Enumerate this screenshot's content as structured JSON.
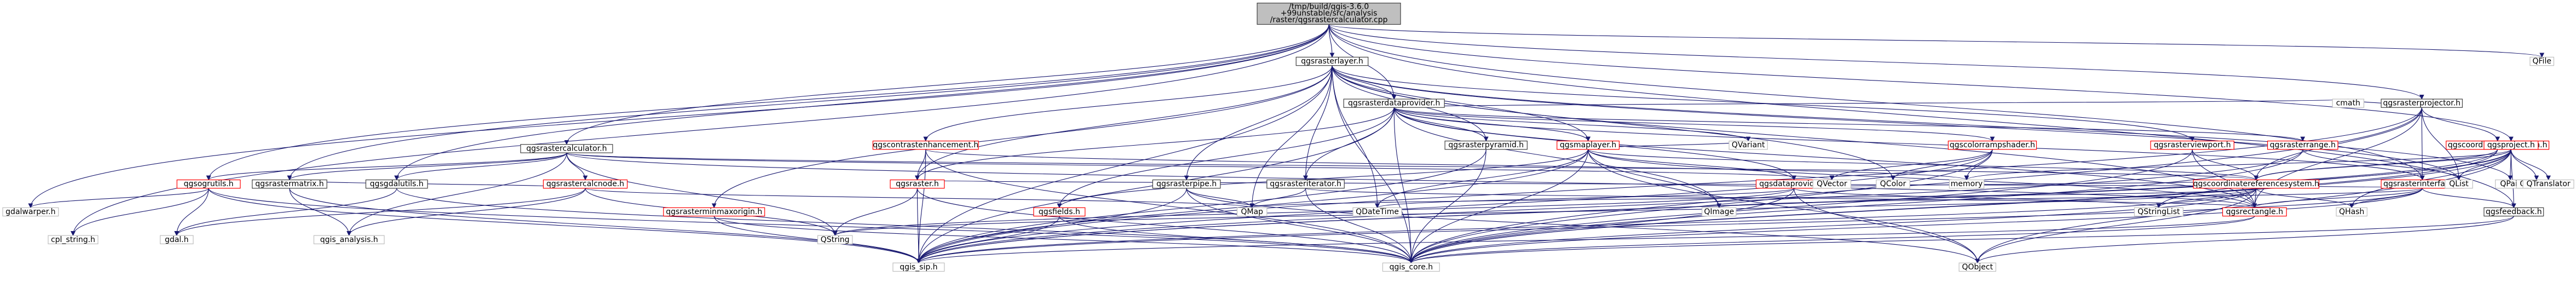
{
  "colors": {
    "root_fill": "#bfbfbf",
    "node_fill": "#ffffff",
    "node_border": "#404040",
    "documented_border": "#ff0000",
    "undocumented_border": "#bfbfbf",
    "edge": "#191970"
  },
  "root": {
    "id": "root",
    "lines": [
      "/tmp/build/qgis-3.6.0",
      "+99unstable/src/analysis",
      "/raster/qgsrastercalculator.cpp"
    ]
  },
  "nodes": [
    {
      "id": "qgsrasterlayer_h",
      "label": "qgsrasterlayer.h",
      "style": "plain"
    },
    {
      "id": "qfile",
      "label": "QFile",
      "style": "external"
    },
    {
      "id": "gdalwarper_h",
      "label": "gdalwarper.h",
      "style": "external"
    },
    {
      "id": "cpl_string_h",
      "label": "cpl_string.h",
      "style": "external"
    },
    {
      "id": "qgsrastercalculator_h",
      "label": "qgsrastercalculator.h",
      "style": "plain"
    },
    {
      "id": "qgsogrutils_h",
      "label": "qgsogrutils.h",
      "style": "documented"
    },
    {
      "id": "qgsrastermatrix_h",
      "label": "qgsrastermatrix.h",
      "style": "plain"
    },
    {
      "id": "qgsgdalutils_h",
      "label": "qgsgdalutils.h",
      "style": "plain"
    },
    {
      "id": "qgsrastercalcnode_h",
      "label": "qgsrastercalcnode.h",
      "style": "documented"
    },
    {
      "id": "gdal_h",
      "label": "gdal.h",
      "style": "external"
    },
    {
      "id": "qgis_analysis_h",
      "label": "qgis_analysis.h",
      "style": "external"
    },
    {
      "id": "qgsrasterdataprovider_h",
      "label": "qgsrasterdataprovider.h",
      "style": "plain"
    },
    {
      "id": "qgscontrastenhancement_h",
      "label": "qgscontrastenhancement.h",
      "style": "documented"
    },
    {
      "id": "qgsraster_h",
      "label": "qgsraster.h",
      "style": "documented"
    },
    {
      "id": "qgsrasterminmaxorigin_h",
      "label": "qgsrasterminmaxorigin.h",
      "style": "documented"
    },
    {
      "id": "qgsrasterpipe_h",
      "label": "qgsrasterpipe.h",
      "style": "plain"
    },
    {
      "id": "qgsrasteriterator_h",
      "label": "qgsrasteriterator.h",
      "style": "plain"
    },
    {
      "id": "qgsrasterpyramid_h",
      "label": "qgsrasterpyramid.h",
      "style": "plain"
    },
    {
      "id": "qgsmaplayer_h",
      "label": "qgsmaplayer.h",
      "style": "documented"
    },
    {
      "id": "qgsdataprovider_h",
      "label": "qgsdataprovider.h",
      "style": "documented"
    },
    {
      "id": "qgsfields_h",
      "label": "qgsfields.h",
      "style": "documented"
    },
    {
      "id": "qgscolorrampshader_h",
      "label": "qgscolorrampshader.h",
      "style": "documented"
    },
    {
      "id": "qgsrasterviewport_h",
      "label": "qgsrasterviewport.h",
      "style": "documented"
    },
    {
      "id": "qgsrasterrange_h",
      "label": "qgsrasterrange.h",
      "style": "documented"
    },
    {
      "id": "cmath",
      "label": "cmath",
      "style": "external"
    },
    {
      "id": "qgsrasterprojector_h",
      "label": "qgsrasterprojector.h",
      "style": "plain"
    },
    {
      "id": "qgscoordinatetransform_h",
      "label": "qgscoordinatetransform.h",
      "style": "documented"
    },
    {
      "id": "qgscoordinatereferencesystem_h",
      "label": "qgscoordinatereferencesystem.h",
      "style": "documented"
    },
    {
      "id": "qgsrasterinterface_h",
      "label": "qgsrasterinterface.h",
      "style": "documented"
    },
    {
      "id": "qgsrectangle_h",
      "label": "qgsrectangle.h",
      "style": "documented"
    },
    {
      "id": "qgsproject_h",
      "label": "qgsproject.h",
      "style": "documented"
    },
    {
      "id": "qgsfeedback_h",
      "label": "qgsfeedback.h",
      "style": "plain"
    },
    {
      "id": "qvariant",
      "label": "QVariant",
      "style": "external"
    },
    {
      "id": "qvector",
      "label": "QVector",
      "style": "external"
    },
    {
      "id": "qcolor",
      "label": "QColor",
      "style": "external"
    },
    {
      "id": "memory",
      "label": "memory",
      "style": "external"
    },
    {
      "id": "qlist",
      "label": "QList",
      "style": "external"
    },
    {
      "id": "qpair",
      "label": "QPair",
      "style": "external"
    },
    {
      "id": "qfileinfo",
      "label": "QFileInfo",
      "style": "external"
    },
    {
      "id": "qtranslator",
      "label": "QTranslator",
      "style": "external"
    },
    {
      "id": "qstring",
      "label": "QString",
      "style": "external"
    },
    {
      "id": "qmap",
      "label": "QMap",
      "style": "external"
    },
    {
      "id": "qdatetime",
      "label": "QDateTime",
      "style": "external"
    },
    {
      "id": "qimage",
      "label": "QImage",
      "style": "external"
    },
    {
      "id": "qstringlist",
      "label": "QStringList",
      "style": "external"
    },
    {
      "id": "qhash",
      "label": "QHash",
      "style": "external"
    },
    {
      "id": "qgis_sip_h",
      "label": "qgis_sip.h",
      "style": "external"
    },
    {
      "id": "qgis_core_h",
      "label": "qgis_core.h",
      "style": "external"
    },
    {
      "id": "qobject",
      "label": "QObject",
      "style": "external"
    }
  ],
  "edges": [
    [
      "root",
      "qgsrasterlayer_h"
    ],
    [
      "root",
      "qfile"
    ],
    [
      "root",
      "gdalwarper_h"
    ],
    [
      "root",
      "cpl_string_h"
    ],
    [
      "root",
      "qgsrastercalculator_h"
    ],
    [
      "root",
      "qgsogrutils_h"
    ],
    [
      "root",
      "qgsrastermatrix_h"
    ],
    [
      "root",
      "qgsgdalutils_h"
    ],
    [
      "root",
      "qgsrasterdataprovider_h"
    ],
    [
      "root",
      "qgsrasterinterface_h"
    ],
    [
      "root",
      "qgsrasterprojector_h"
    ],
    [
      "root",
      "qgsproject_h"
    ],
    [
      "root",
      "qgsfeedback_h"
    ],
    [
      "qgsrasterlayer_h",
      "qgsrasterdataprovider_h"
    ],
    [
      "qgsrasterlayer_h",
      "qgscontrastenhancement_h"
    ],
    [
      "qgsrasterlayer_h",
      "qgsraster_h"
    ],
    [
      "qgsrasterlayer_h",
      "qgsrasterminmaxorigin_h"
    ],
    [
      "qgsrasterlayer_h",
      "qgsrasterpipe_h"
    ],
    [
      "qgsrasterlayer_h",
      "qgsrasteriterator_h"
    ],
    [
      "qgsrasterlayer_h",
      "qgsrasterpyramid_h"
    ],
    [
      "qgsrasterlayer_h",
      "qgsmaplayer_h"
    ],
    [
      "qgsrasterlayer_h",
      "qgsrasterviewport_h"
    ],
    [
      "qgsrasterlayer_h",
      "qcolor"
    ],
    [
      "qgsrasterlayer_h",
      "qlist"
    ],
    [
      "qgsrasterlayer_h",
      "qpair"
    ],
    [
      "qgsrasterlayer_h",
      "qmap"
    ],
    [
      "qgsrasterlayer_h",
      "qdatetime"
    ],
    [
      "qgsrasterlayer_h",
      "qgis_sip_h"
    ],
    [
      "qgsrasterlayer_h",
      "qgis_core_h"
    ],
    [
      "qgsrasterlayer_h",
      "qgsrectangle_h"
    ],
    [
      "qgsrastercalculator_h",
      "qgsogrutils_h"
    ],
    [
      "qgsrastercalculator_h",
      "qgsrastermatrix_h"
    ],
    [
      "qgsrastercalculator_h",
      "qgsgdalutils_h"
    ],
    [
      "qgsrastercalculator_h",
      "qgsrastercalcnode_h"
    ],
    [
      "qgsrastercalculator_h",
      "qgis_analysis_h"
    ],
    [
      "qgsrastercalculator_h",
      "qstring"
    ],
    [
      "qgsrastercalculator_h",
      "qvector"
    ],
    [
      "qgsrastercalculator_h",
      "qgscoordinatereferencesystem_h"
    ],
    [
      "qgsrastercalculator_h",
      "qgsrectangle_h"
    ],
    [
      "qgsogrutils_h",
      "gdalwarper_h"
    ],
    [
      "qgsogrutils_h",
      "cpl_string_h"
    ],
    [
      "qgsogrutils_h",
      "gdal_h"
    ],
    [
      "qgsogrutils_h",
      "qgis_sip_h"
    ],
    [
      "qgsogrutils_h",
      "qgis_core_h"
    ],
    [
      "qgsrastermatrix_h",
      "qgis_analysis_h"
    ],
    [
      "qgsrastermatrix_h",
      "qgis_sip_h"
    ],
    [
      "qgsgdalutils_h",
      "gdal_h"
    ],
    [
      "qgsgdalutils_h",
      "qgis_core_h"
    ],
    [
      "qgsrastercalcnode_h",
      "qgsrastermatrix_h"
    ],
    [
      "qgsrastercalcnode_h",
      "qgis_analysis_h"
    ],
    [
      "qgsrastercalcnode_h",
      "qstring"
    ],
    [
      "qgsrastercalcnode_h",
      "qmap"
    ],
    [
      "qgsrastercalcnode_h",
      "gdal_h"
    ],
    [
      "qgsrasterdataprovider_h",
      "qgsraster_h"
    ],
    [
      "qgsrasterdataprovider_h",
      "qgsdataprovider_h"
    ],
    [
      "qgsrasterdataprovider_h",
      "qgsfields_h"
    ],
    [
      "qgsrasterdataprovider_h",
      "qgsrasterpyramid_h"
    ],
    [
      "qgsrasterdataprovider_h",
      "qgscolorrampshader_h"
    ],
    [
      "qgsrasterdataprovider_h",
      "qgsrasterrange_h"
    ],
    [
      "qgsrasterdataprovider_h",
      "qgsrasterinterface_h"
    ],
    [
      "qgsrasterdataprovider_h",
      "qgsrectangle_h"
    ],
    [
      "qgsrasterdataprovider_h",
      "cmath"
    ],
    [
      "qgsrasterdataprovider_h",
      "qvariant"
    ],
    [
      "qgsrasterdataprovider_h",
      "qimage"
    ],
    [
      "qgsrasterdataprovider_h",
      "qgis_sip_h"
    ],
    [
      "qgsrasterdataprovider_h",
      "qgis_core_h"
    ],
    [
      "qgsrasterdataprovider_h",
      "qgsrasteriterator_h"
    ],
    [
      "qgsrasterdataprovider_h",
      "qgsmaplayer_h"
    ],
    [
      "qgscontrastenhancement_h",
      "qgsraster_h"
    ],
    [
      "qgscontrastenhancement_h",
      "qgis_core_h"
    ],
    [
      "qgscontrastenhancement_h",
      "memory"
    ],
    [
      "qgscontrastenhancement_h",
      "qgis_sip_h"
    ],
    [
      "qgsraster_h",
      "qstring"
    ],
    [
      "qgsraster_h",
      "qgis_sip_h"
    ],
    [
      "qgsraster_h",
      "qgis_core_h"
    ],
    [
      "qgsrasterminmaxorigin_h",
      "qgis_sip_h"
    ],
    [
      "qgsrasterminmaxorigin_h",
      "qgis_core_h"
    ],
    [
      "qgsrasterpipe_h",
      "qmap"
    ],
    [
      "qgsrasterpipe_h",
      "qobject"
    ],
    [
      "qgsrasterpipe_h",
      "qgis_sip_h"
    ],
    [
      "qgsrasterpipe_h",
      "qgis_core_h"
    ],
    [
      "qgsrasteriterator_h",
      "qmap"
    ],
    [
      "qgsrasteriterator_h",
      "qgsrectangle_h"
    ],
    [
      "qgsrasteriterator_h",
      "qgis_core_h"
    ],
    [
      "qgsrasterpyramid_h",
      "qgis_core_h"
    ],
    [
      "qgsrasterpyramid_h",
      "qgis_sip_h"
    ],
    [
      "qgsmaplayer_h",
      "qgsdataprovider_h"
    ],
    [
      "qgsmaplayer_h",
      "qgsfields_h"
    ],
    [
      "qgsmaplayer_h",
      "qgscoordinatereferencesystem_h"
    ],
    [
      "qgsmaplayer_h",
      "qgsrectangle_h"
    ],
    [
      "qgsmaplayer_h",
      "qvariant"
    ],
    [
      "qgsmaplayer_h",
      "qimage"
    ],
    [
      "qgsmaplayer_h",
      "qdatetime"
    ],
    [
      "qgsmaplayer_h",
      "qobject"
    ],
    [
      "qgsmaplayer_h",
      "qgis_sip_h"
    ],
    [
      "qgsmaplayer_h",
      "qgis_core_h"
    ],
    [
      "qgsdataprovider_h",
      "qdatetime"
    ],
    [
      "qgsdataprovider_h",
      "qobject"
    ],
    [
      "qgsdataprovider_h",
      "qstring"
    ],
    [
      "qgsdataprovider_h",
      "qstringlist"
    ],
    [
      "qgsdataprovider_h",
      "qgis_core_h"
    ],
    [
      "qgsdataprovider_h",
      "qgscoordinatereferencesystem_h"
    ],
    [
      "qgsfields_h",
      "qgis_sip_h"
    ],
    [
      "qgsfields_h",
      "qgis_core_h"
    ],
    [
      "qgscolorrampshader_h",
      "qcolor"
    ],
    [
      "qgscolorrampshader_h",
      "qvector"
    ],
    [
      "qgscolorrampshader_h",
      "memory"
    ],
    [
      "qgscolorrampshader_h",
      "qgis_core_h"
    ],
    [
      "qgscolorrampshader_h",
      "qgis_sip_h"
    ],
    [
      "qgsrasterviewport_h",
      "qgscoordinatereferencesystem_h"
    ],
    [
      "qgsrasterviewport_h",
      "qgsrectangle_h"
    ],
    [
      "qgsrasterviewport_h",
      "qgis_core_h"
    ],
    [
      "qgsrasterrange_h",
      "qgis_core_h"
    ],
    [
      "qgsrasterrange_h",
      "qlist"
    ],
    [
      "qgsrasterrange_h",
      "qgis_sip_h"
    ],
    [
      "qgsrasterprojector_h",
      "cmath"
    ],
    [
      "qgsrasterprojector_h",
      "qlist"
    ],
    [
      "qgsrasterprojector_h",
      "qgscoordinatetransform_h"
    ],
    [
      "qgsrasterprojector_h",
      "qgscoordinatereferencesystem_h"
    ],
    [
      "qgsrasterprojector_h",
      "qgsrasterinterface_h"
    ],
    [
      "qgsrasterprojector_h",
      "qgsrectangle_h"
    ],
    [
      "qgsrasterprojector_h",
      "qgis_core_h"
    ],
    [
      "qgsrasterprojector_h",
      "qgis_sip_h"
    ],
    [
      "qgscoordinatetransform_h",
      "qgscoordinatereferencesystem_h"
    ],
    [
      "qgscoordinatetransform_h",
      "qgis_core_h"
    ],
    [
      "qgscoordinatetransform_h",
      "qgis_sip_h"
    ],
    [
      "qgscoordinatereferencesystem_h",
      "qgsrectangle_h"
    ],
    [
      "qgscoordinatereferencesystem_h",
      "qhash"
    ],
    [
      "qgscoordinatereferencesystem_h",
      "qstring"
    ],
    [
      "qgscoordinatereferencesystem_h",
      "qmap"
    ],
    [
      "qgscoordinatereferencesystem_h",
      "qgis_sip_h"
    ],
    [
      "qgscoordinatereferencesystem_h",
      "qgis_core_h"
    ],
    [
      "qgscoordinatereferencesystem_h",
      "qobject"
    ],
    [
      "qgscoordinatereferencesystem_h",
      "qstringlist"
    ],
    [
      "qgsrasterinterface_h",
      "qgsrectangle_h"
    ],
    [
      "qgsrasterinterface_h",
      "qimage"
    ],
    [
      "qgsrasterinterface_h",
      "qgis_core_h"
    ],
    [
      "qgsrasterinterface_h",
      "qgis_sip_h"
    ],
    [
      "qgsrasterinterface_h",
      "qgsfeedback_h"
    ],
    [
      "qgsrasterinterface_h",
      "qhash"
    ],
    [
      "qgsrasterinterface_h",
      "qgsraster_h"
    ],
    [
      "qgsrectangle_h",
      "qgis_sip_h"
    ],
    [
      "qgsrectangle_h",
      "qgis_core_h"
    ],
    [
      "qgsproject_h",
      "qgscoordinatereferencesystem_h"
    ],
    [
      "qgsproject_h",
      "qlist"
    ],
    [
      "qgsproject_h",
      "qpair"
    ],
    [
      "qgsproject_h",
      "qfileinfo"
    ],
    [
      "qgsproject_h",
      "qtranslator"
    ],
    [
      "qgsproject_h",
      "qhash"
    ],
    [
      "qgsproject_h",
      "qstringlist"
    ],
    [
      "qgsproject_h",
      "qgis_core_h"
    ],
    [
      "qgsproject_h",
      "qgis_sip_h"
    ],
    [
      "qgsproject_h",
      "memory"
    ],
    [
      "qgsproject_h",
      "qobject"
    ],
    [
      "qgsproject_h",
      "qgsfeedback_h"
    ],
    [
      "qgsfeedback_h",
      "qobject"
    ],
    [
      "qgsfeedback_h",
      "qgis_core_h"
    ]
  ]
}
